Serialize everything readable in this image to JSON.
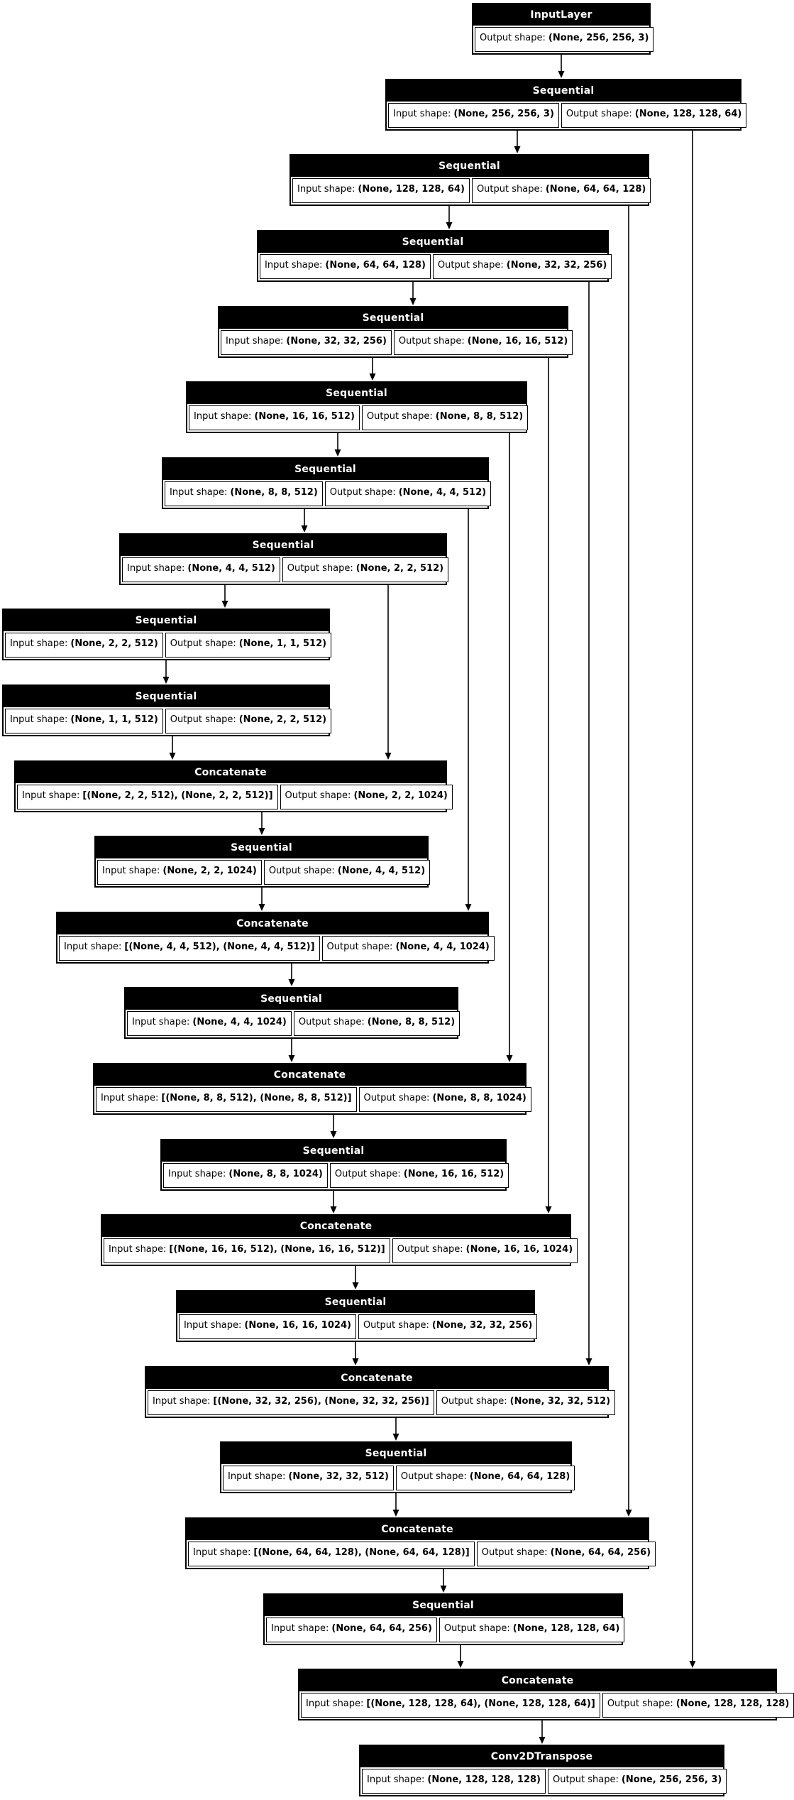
{
  "diagram": {
    "labels": {
      "input_prefix": "Input shape:",
      "output_prefix": "Output shape:"
    },
    "colors": {
      "canvas": "#ffffff",
      "node_header_bg": "#000000",
      "node_header_text": "#ffffff",
      "node_body_bg": "#ffffff",
      "node_border": "#000000",
      "edge": "#000000"
    },
    "nodes": [
      {
        "label": "InputLayer",
        "input_shape": null,
        "output_shape": "(None, 256, 256, 3)"
      },
      {
        "label": "Sequential",
        "input_shape": "(None, 256, 256, 3)",
        "output_shape": "(None, 128, 128, 64)"
      },
      {
        "label": "Sequential",
        "input_shape": "(None, 128, 128, 64)",
        "output_shape": "(None, 64, 64, 128)"
      },
      {
        "label": "Sequential",
        "input_shape": "(None, 64, 64, 128)",
        "output_shape": "(None, 32, 32, 256)"
      },
      {
        "label": "Sequential",
        "input_shape": "(None, 32, 32, 256)",
        "output_shape": "(None, 16, 16, 512)"
      },
      {
        "label": "Sequential",
        "input_shape": "(None, 16, 16, 512)",
        "output_shape": "(None, 8, 8, 512)"
      },
      {
        "label": "Sequential",
        "input_shape": "(None, 8, 8, 512)",
        "output_shape": "(None, 4, 4, 512)"
      },
      {
        "label": "Sequential",
        "input_shape": "(None, 4, 4, 512)",
        "output_shape": "(None, 2, 2, 512)"
      },
      {
        "label": "Sequential",
        "input_shape": "(None, 2, 2, 512)",
        "output_shape": "(None, 1, 1, 512)"
      },
      {
        "label": "Sequential",
        "input_shape": "(None, 1, 1, 512)",
        "output_shape": "(None, 2, 2, 512)"
      },
      {
        "label": "Concatenate",
        "input_shape": "[(None, 2, 2, 512), (None, 2, 2, 512)]",
        "output_shape": "(None, 2, 2, 1024)"
      },
      {
        "label": "Sequential",
        "input_shape": "(None, 2, 2, 1024)",
        "output_shape": "(None, 4, 4, 512)"
      },
      {
        "label": "Concatenate",
        "input_shape": "[(None, 4, 4, 512), (None, 4, 4, 512)]",
        "output_shape": "(None, 4, 4, 1024)"
      },
      {
        "label": "Sequential",
        "input_shape": "(None, 4, 4, 1024)",
        "output_shape": "(None, 8, 8, 512)"
      },
      {
        "label": "Concatenate",
        "input_shape": "[(None, 8, 8, 512), (None, 8, 8, 512)]",
        "output_shape": "(None, 8, 8, 1024)"
      },
      {
        "label": "Sequential",
        "input_shape": "(None, 8, 8, 1024)",
        "output_shape": "(None, 16, 16, 512)"
      },
      {
        "label": "Concatenate",
        "input_shape": "[(None, 16, 16, 512), (None, 16, 16, 512)]",
        "output_shape": "(None, 16, 16, 1024)"
      },
      {
        "label": "Sequential",
        "input_shape": "(None, 16, 16, 1024)",
        "output_shape": "(None, 32, 32, 256)"
      },
      {
        "label": "Concatenate",
        "input_shape": "[(None, 32, 32, 256), (None, 32, 32, 256)]",
        "output_shape": "(None, 32, 32, 512)"
      },
      {
        "label": "Sequential",
        "input_shape": "(None, 32, 32, 512)",
        "output_shape": "(None, 64, 64, 128)"
      },
      {
        "label": "Concatenate",
        "input_shape": "[(None, 64, 64, 128), (None, 64, 64, 128)]",
        "output_shape": "(None, 64, 64, 256)"
      },
      {
        "label": "Sequential",
        "input_shape": "(None, 64, 64, 256)",
        "output_shape": "(None, 128, 128, 64)"
      },
      {
        "label": "Concatenate",
        "input_shape": "[(None, 128, 128, 64), (None, 128, 128, 64)]",
        "output_shape": "(None, 128, 128, 128)"
      },
      {
        "label": "Conv2DTranspose",
        "input_shape": "(None, 128, 128, 128)",
        "output_shape": "(None, 256, 256, 3)"
      }
    ],
    "edges": [
      [
        0,
        1
      ],
      [
        1,
        2
      ],
      [
        2,
        3
      ],
      [
        3,
        4
      ],
      [
        4,
        5
      ],
      [
        5,
        6
      ],
      [
        6,
        7
      ],
      [
        7,
        8
      ],
      [
        8,
        9
      ],
      [
        9,
        10
      ],
      [
        10,
        11
      ],
      [
        11,
        12
      ],
      [
        12,
        13
      ],
      [
        13,
        14
      ],
      [
        14,
        15
      ],
      [
        15,
        16
      ],
      [
        16,
        17
      ],
      [
        17,
        18
      ],
      [
        18,
        19
      ],
      [
        19,
        20
      ],
      [
        20,
        21
      ],
      [
        21,
        22
      ],
      [
        22,
        23
      ],
      [
        1,
        22
      ],
      [
        2,
        20
      ],
      [
        3,
        18
      ],
      [
        4,
        16
      ],
      [
        5,
        14
      ],
      [
        6,
        12
      ],
      [
        7,
        10
      ]
    ]
  }
}
